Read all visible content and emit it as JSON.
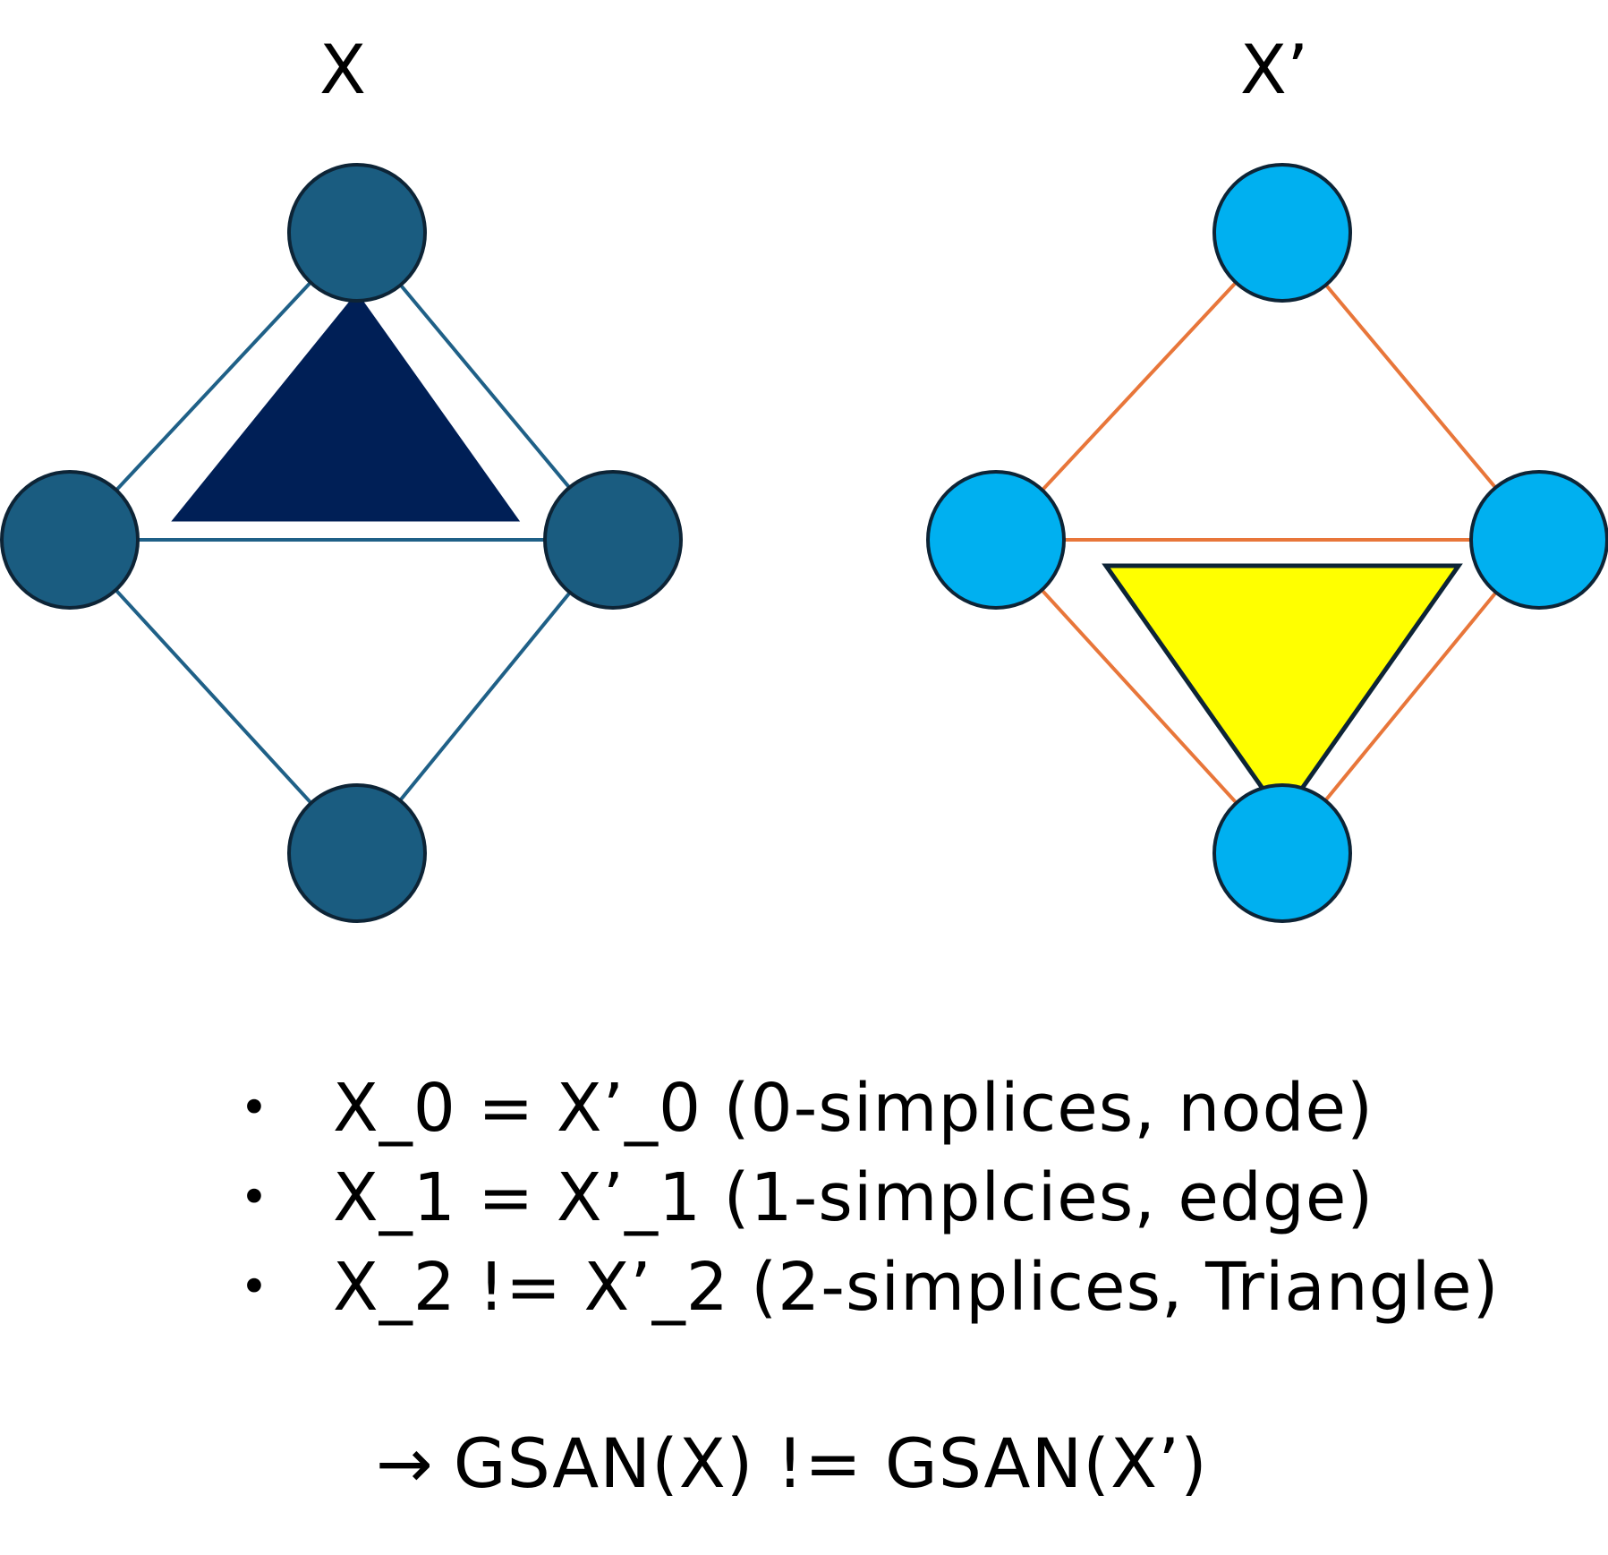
{
  "complex_left": {
    "label": "X",
    "node_color": "#1a5c80",
    "edge_color": "#1f6087",
    "triangle_color": "#001f56"
  },
  "complex_right": {
    "label": "X’",
    "node_color": "#00b0f0",
    "edge_color": "#e8763a",
    "triangle_color": "#ffff00"
  },
  "outline_color": "#0d2436",
  "bullets": [
    {
      "symbol": "•",
      "text": "X_0 = X’_0 (0-simplices, node)"
    },
    {
      "symbol": "•",
      "text": "X_1 = X’_1 (1-simplcies, edge)"
    },
    {
      "symbol": "•",
      "text": "X_2 != X’_2 (2-simplices, Triangle)"
    }
  ],
  "conclusion": {
    "arrow": "→",
    "text": "GSAN(X) != GSAN(X’)"
  }
}
